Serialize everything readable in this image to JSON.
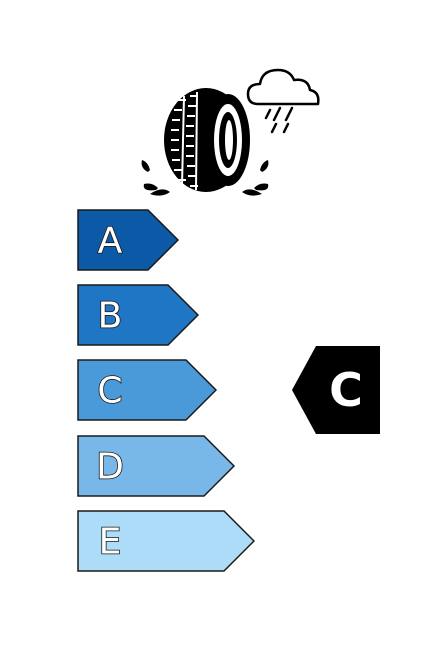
{
  "label": {
    "icon": "wet-grip-tyre-rain-icon",
    "classes": [
      {
        "letter": "A",
        "color": "#0c59a8"
      },
      {
        "letter": "B",
        "color": "#1e76c4"
      },
      {
        "letter": "C",
        "color": "#4a9ad9"
      },
      {
        "letter": "D",
        "color": "#78b8e9"
      },
      {
        "letter": "E",
        "color": "#acdcf8"
      }
    ],
    "rating": {
      "letter": "C",
      "color": "#000000"
    }
  }
}
